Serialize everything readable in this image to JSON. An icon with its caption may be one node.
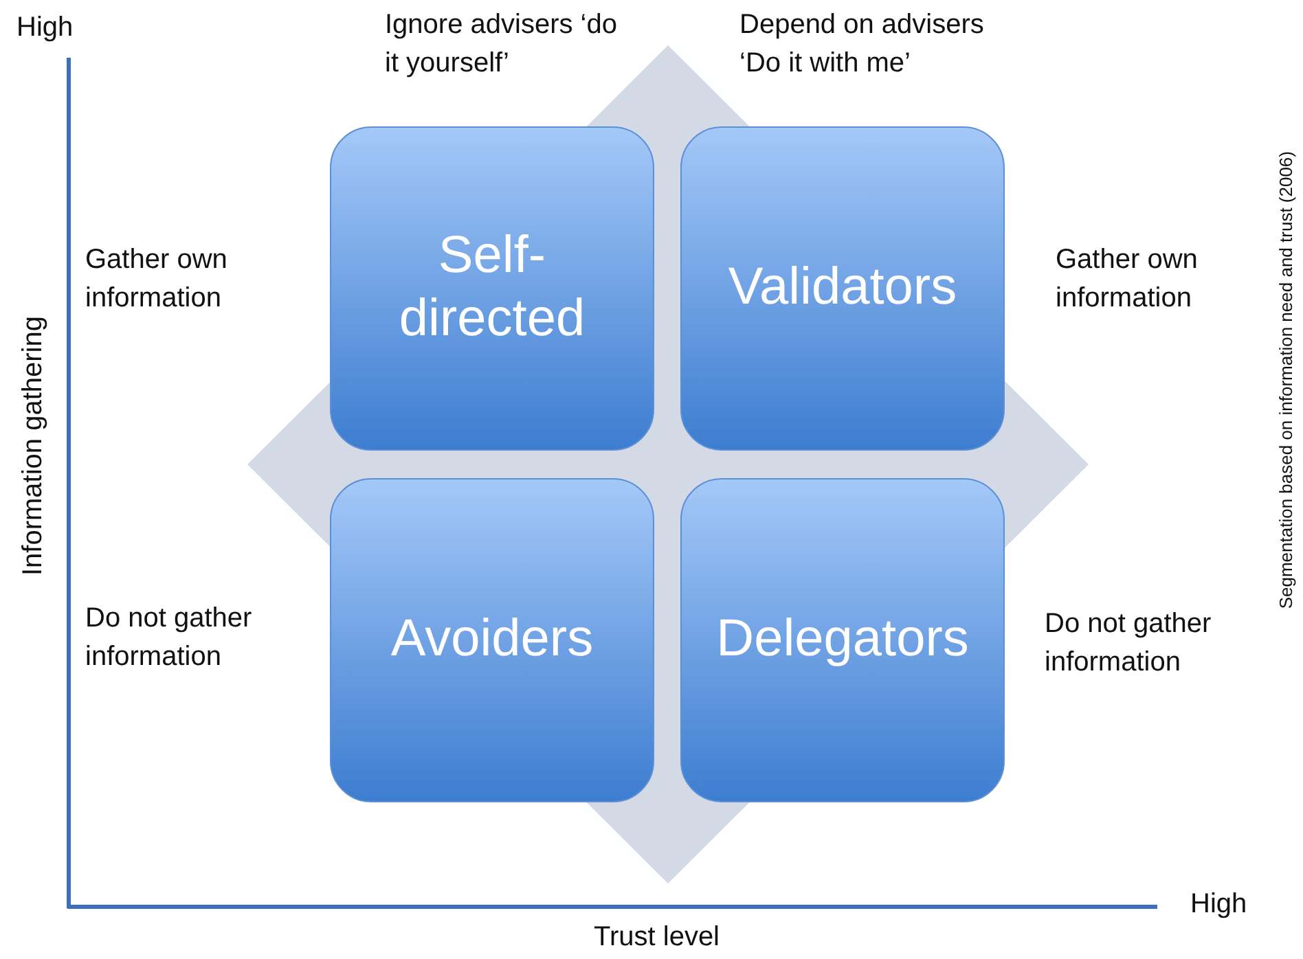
{
  "diagram": {
    "caption": "Segmentation based on information need and trust (2006)",
    "nodes": [
      {
        "text": [
          "Self-directed"
        ]
      },
      {
        "text": [
          "Validators"
        ]
      },
      {
        "text": [
          "Avoiders"
        ]
      },
      {
        "text": [
          "Delegators"
        ]
      }
    ],
    "labels": [
      "High",
      "Ignore advisers ‘do it yourself’",
      "Depend on advisers ‘Do it with me’",
      "Gather own information",
      "Gather own information",
      "Information gathering",
      "Do not gather information",
      "Do not gather information",
      "High",
      "Trust level"
    ]
  }
}
